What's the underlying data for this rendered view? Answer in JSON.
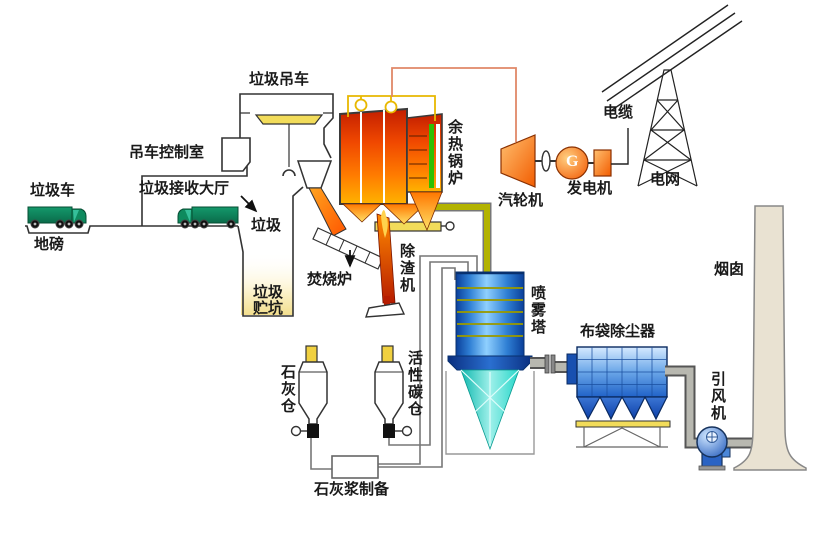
{
  "diagram": {
    "left": {
      "garbage_truck": "垃圾车",
      "weighbridge": "地磅",
      "receiving_hall": "垃圾接收大厅",
      "crane_control_room": "吊车控制室",
      "garbage": "垃圾"
    },
    "crane": {
      "garbage_crane": "垃圾吊车"
    },
    "pit": {
      "line1": "垃圾",
      "line2": "贮坑"
    },
    "combustion": {
      "incinerator": "焚烧炉",
      "slag_remover": "除渣机",
      "waste_heat_boiler": "余热锅炉"
    },
    "power": {
      "steam_turbine": "汽轮机",
      "generator": "发电机",
      "generator_symbol": "G",
      "cable": "电缆",
      "power_grid": "电网"
    },
    "flue_gas": {
      "spray_tower": "喷雾塔",
      "bag_filter": "布袋除尘器",
      "induced_draft_fan": "引风机",
      "chimney": "烟囱"
    },
    "reagents": {
      "lime_silo": "石灰仓",
      "activated_carbon_silo": "活性碳仓",
      "lime_slurry_prep": "石灰浆制备"
    },
    "colors": {
      "furnace_orange": "#f35300",
      "boiler_green": "#2fbf00",
      "crane_yellow": "#f2dc5a",
      "steam_pipe_salmon": "#e08868",
      "flue_duct_olive": "#b3b300",
      "spray_tower_blue": "#1565c0",
      "cone_cyan": "#2ad4c8",
      "bag_filter_blue": "#3b82d8",
      "truck_green": "#0e8a5e",
      "chimney_beige": "#e9e2d2",
      "pit_yellow": "#f6e89e"
    }
  }
}
